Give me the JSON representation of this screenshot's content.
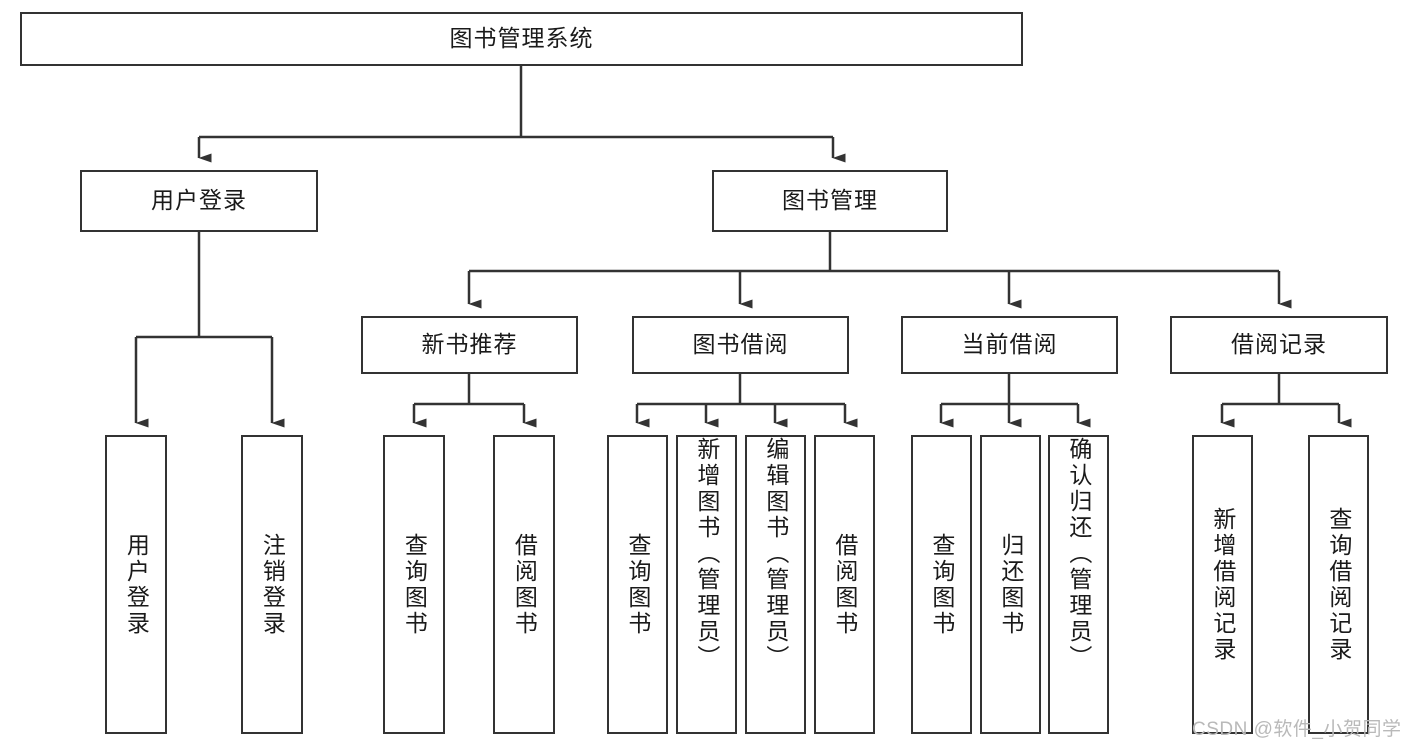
{
  "diagram": {
    "type": "tree",
    "title": "图书管理系统",
    "watermark": "CSDN @软件_小贺同学",
    "colors": {
      "stroke": "#333333",
      "fill": "#ffffff",
      "text": "#1a1a1a",
      "watermark": "#b9b9b9"
    },
    "levels": {
      "root": {
        "label": "图书管理系统"
      },
      "level2": [
        {
          "id": "user-login",
          "label": "用户登录"
        },
        {
          "id": "book-management",
          "label": "图书管理"
        }
      ],
      "level3": [
        {
          "id": "new-book-recommend",
          "label": "新书推荐"
        },
        {
          "id": "book-borrow",
          "label": "图书借阅"
        },
        {
          "id": "current-borrow",
          "label": "当前借阅"
        },
        {
          "id": "borrow-record",
          "label": "借阅记录"
        }
      ],
      "leaves": {
        "user_login": [
          {
            "id": "leaf-user-login",
            "label": "用户登录",
            "align": "center"
          },
          {
            "id": "leaf-logout-login",
            "label": "注销登录",
            "align": "center"
          }
        ],
        "new_book_recommend": [
          {
            "id": "leaf-query-book-1",
            "label": "查询图书",
            "align": "center"
          },
          {
            "id": "leaf-borrow-book-1",
            "label": "借阅图书",
            "align": "center"
          }
        ],
        "book_borrow": [
          {
            "id": "leaf-query-book-2",
            "label": "查询图书",
            "align": "center"
          },
          {
            "id": "leaf-add-book",
            "label": "新增图书（管理员）",
            "align": "top"
          },
          {
            "id": "leaf-edit-book",
            "label": "编辑图书（管理员）",
            "align": "top"
          },
          {
            "id": "leaf-borrow-book-2",
            "label": "借阅图书",
            "align": "center"
          }
        ],
        "current_borrow": [
          {
            "id": "leaf-query-book-3",
            "label": "查询图书",
            "align": "center"
          },
          {
            "id": "leaf-return-book",
            "label": "归还图书",
            "align": "center"
          },
          {
            "id": "leaf-confirm-return",
            "label": "确认归还（管理员）",
            "align": "top"
          }
        ],
        "borrow_record": [
          {
            "id": "leaf-add-record",
            "label": "新增借阅记录",
            "align": "center"
          },
          {
            "id": "leaf-query-record",
            "label": "查询借阅记录",
            "align": "center"
          }
        ]
      }
    }
  }
}
